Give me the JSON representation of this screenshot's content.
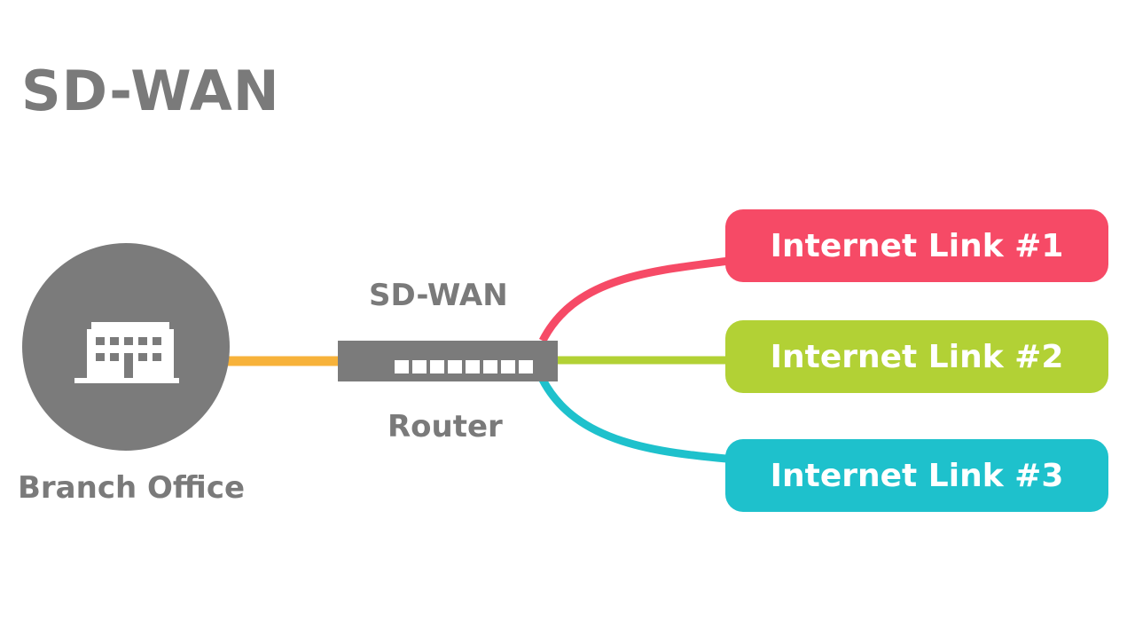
{
  "title": "SD-WAN",
  "branch": {
    "label": "Branch Office",
    "icon": "office-building-icon"
  },
  "router": {
    "top_label": "SD-WAN",
    "bottom_label": "Router",
    "icon": "router-device-icon"
  },
  "links": [
    {
      "label": "Internet Link #1",
      "color": "#f64a66"
    },
    {
      "label": "Internet Link #2",
      "color": "#b2d135"
    },
    {
      "label": "Internet Link #3",
      "color": "#1ec1cc"
    }
  ],
  "colors": {
    "text_gray": "#7a7a7a",
    "circle_gray": "#7b7b7b",
    "router_gray": "#7b7b7b",
    "branch_line": "#f7b23a"
  }
}
